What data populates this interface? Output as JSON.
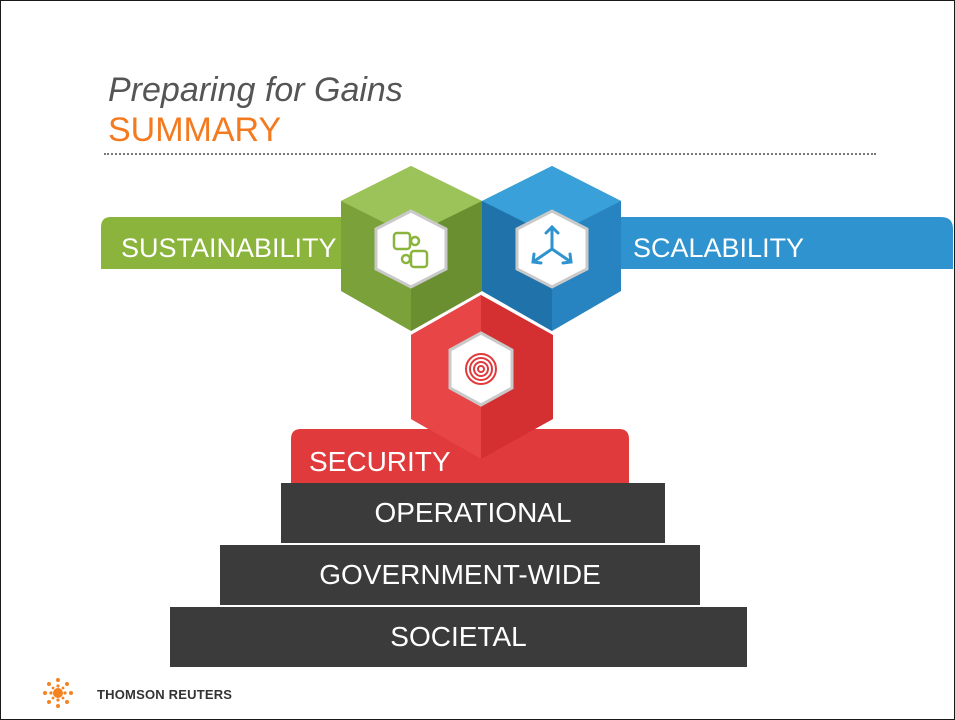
{
  "slide": {
    "title": "Preparing for Gains",
    "subtitle": "SUMMARY"
  },
  "pillars": [
    {
      "label": "SUSTAINABILITY",
      "color": "#8ab43c",
      "icon": "puzzle-pieces-icon"
    },
    {
      "label": "SCALABILITY",
      "color": "#2f93cf",
      "icon": "three-arrows-icon"
    },
    {
      "label": "SECURITY",
      "color": "#e03a3c",
      "icon": "fingerprint-icon"
    }
  ],
  "steps": [
    {
      "label": "OPERATIONAL"
    },
    {
      "label": "GOVERNMENT-WIDE"
    },
    {
      "label": "SOCIETAL"
    }
  ],
  "footer": {
    "brand": "THOMSON REUTERS",
    "logo_color": "#f58220"
  }
}
